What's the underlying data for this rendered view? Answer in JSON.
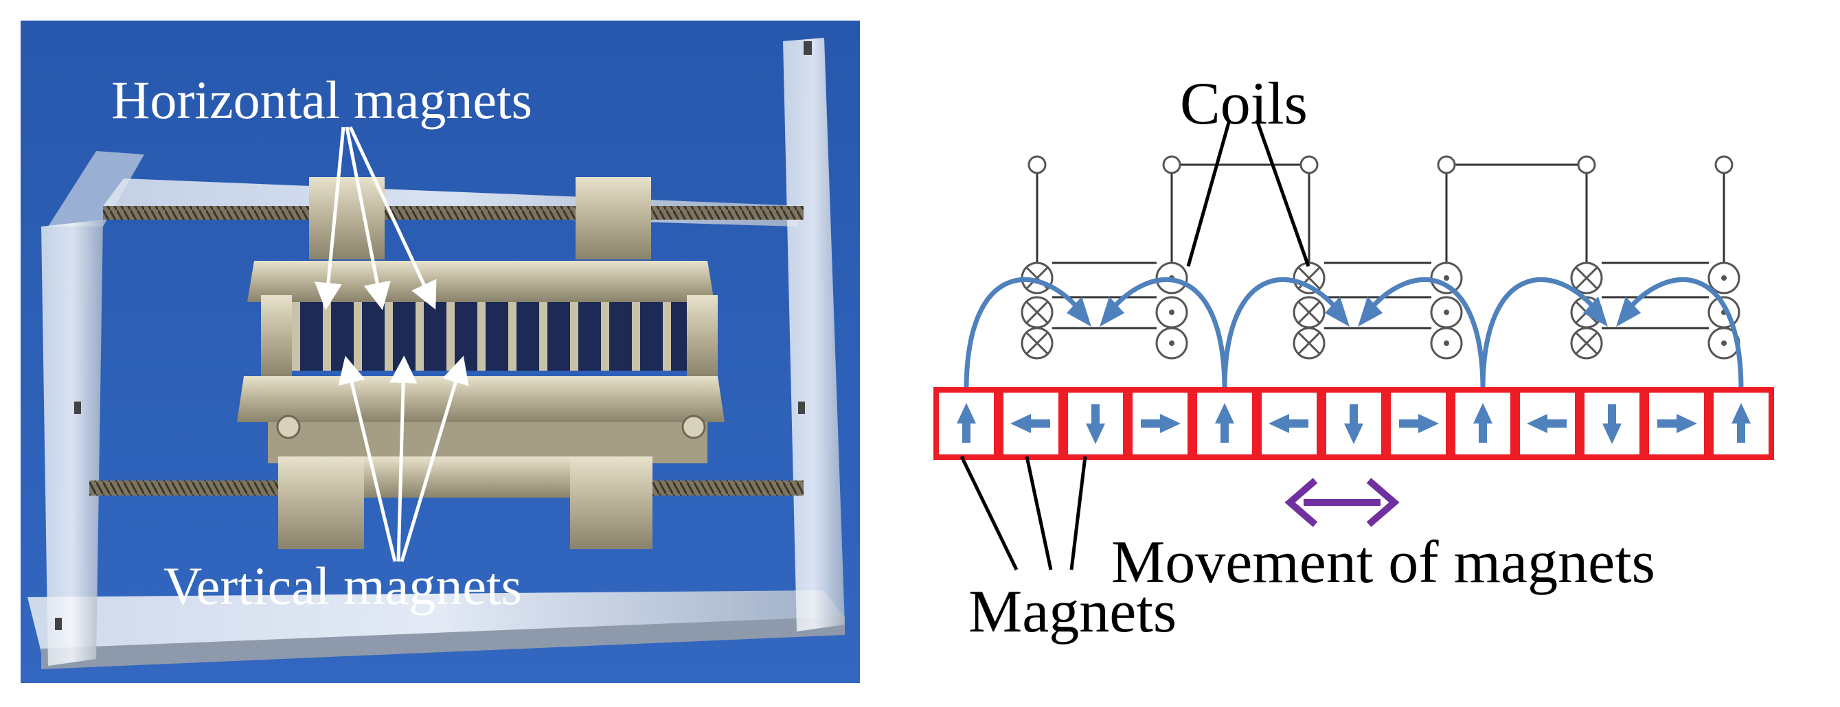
{
  "photo": {
    "label_top": "Horizontal magnets",
    "label_bottom": "Vertical magnets"
  },
  "diagram": {
    "coils_label": "Coils",
    "magnets_label": "Magnets",
    "movement_label": "Movement of magnets",
    "magnet_directions": [
      "up",
      "left",
      "down",
      "right",
      "up",
      "left",
      "down",
      "right",
      "up",
      "left",
      "down",
      "right",
      "up"
    ]
  },
  "colors": {
    "background_blue": "#2d5fb4",
    "magnet_outline": "#ee1c24",
    "arrow_blue": "#4f81bd",
    "movement_purple": "#7030a0"
  }
}
